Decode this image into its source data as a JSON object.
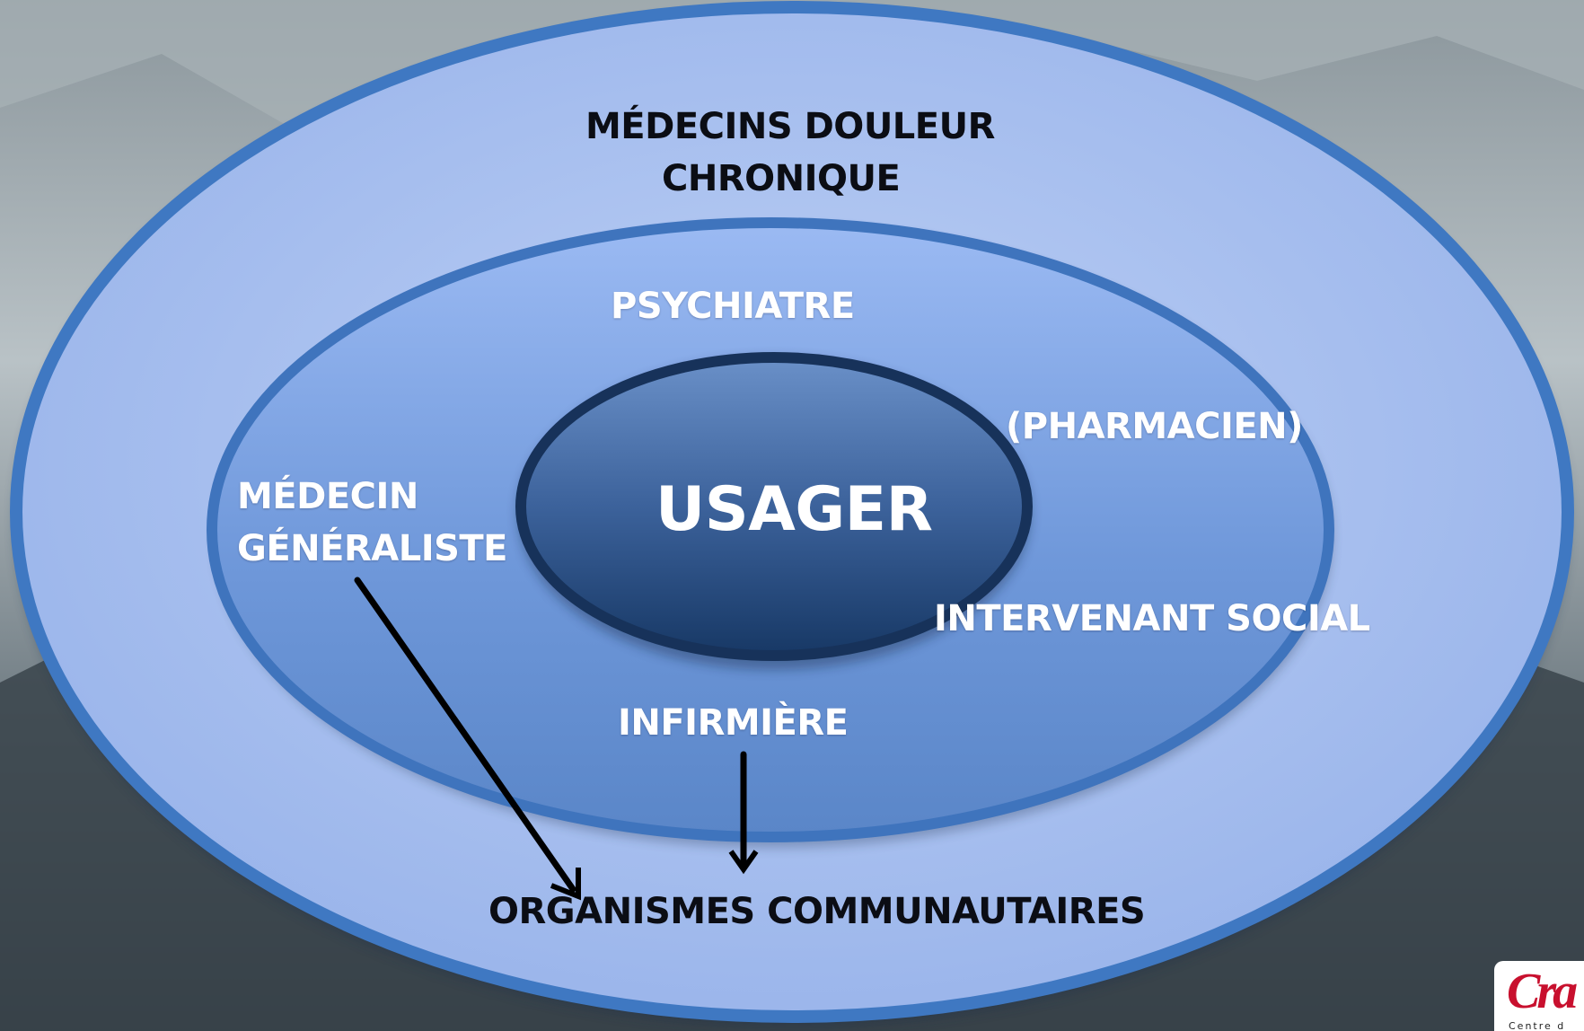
{
  "diagram": {
    "outer_ring": {
      "line1": "MÉDECINS DOULEUR",
      "line2": "CHRONIQUE",
      "bottom_label": "ORGANISMES COMMUNAUTAIRES"
    },
    "middle_ring": {
      "top_label": "PSYCHIATRE",
      "right_top_label": "(PHARMACIEN)",
      "left_line1": "MÉDECIN",
      "left_line2": "GÉNÉRALISTE",
      "right_bottom_label": "INTERVENANT SOCIAL",
      "bottom_label": "INFIRMIÈRE"
    },
    "center": {
      "label": "USAGER"
    },
    "arrows": [
      {
        "from": "MÉDECIN GÉNÉRALISTE",
        "to": "ORGANISMES COMMUNAUTAIRES"
      },
      {
        "from": "INFIRMIÈRE",
        "to": "ORGANISMES COMMUNAUTAIRES"
      }
    ],
    "colors": {
      "outer_fill": "#a9c0ef",
      "outer_stroke": "#3f78c2",
      "middle_fill": "#7aa3e6",
      "middle_stroke": "#3f74bd",
      "center_fill_top": "#5f86bf",
      "center_fill_bottom": "#17365f",
      "center_stroke": "#17325a",
      "background": "#5f6a72"
    }
  },
  "logo": {
    "mark": "Cra",
    "subtitle": "Centre d"
  }
}
